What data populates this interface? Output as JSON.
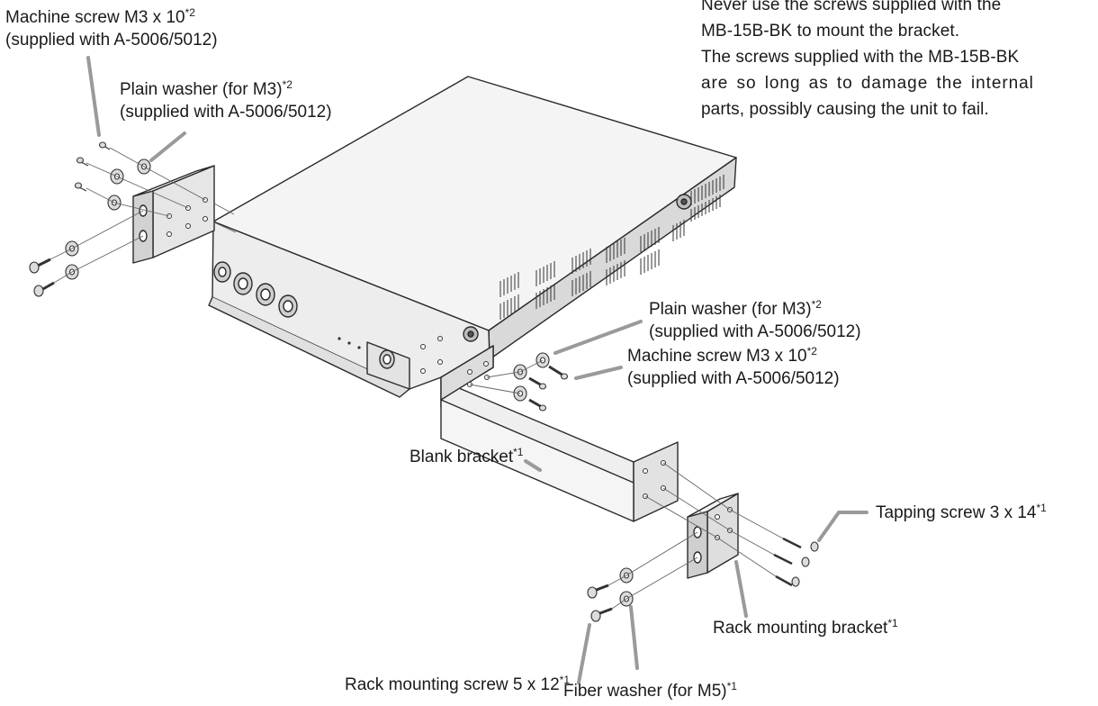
{
  "note": {
    "lines": [
      "Never use the screws supplied with the",
      "MB-15B-BK to mount the bracket.",
      "The screws supplied with the MB-15B-BK",
      "are so long as to damage the internal",
      "parts, possibly causing the unit to fail."
    ]
  },
  "labels": {
    "machine_screw_top": {
      "name": "Machine screw M3 x 10",
      "mark": "*2",
      "sub": "(supplied with A-5006/5012)"
    },
    "plain_washer_top": {
      "name": "Plain washer (for M3)",
      "mark": "*2",
      "sub": "(supplied with A-5006/5012)"
    },
    "plain_washer_right": {
      "name": "Plain washer (for M3)",
      "mark": "*2",
      "sub": "(supplied with A-5006/5012)"
    },
    "machine_screw_right": {
      "name": "Machine screw M3 x 10",
      "mark": "*2",
      "sub": "(supplied with A-5006/5012)"
    },
    "blank_bracket": {
      "name": "Blank bracket",
      "mark": "*1"
    },
    "tapping_screw": {
      "name": "Tapping screw 3 x 14",
      "mark": "*1"
    },
    "rack_mounting_bracket": {
      "name": "Rack mounting bracket",
      "mark": "*1"
    },
    "rack_mounting_screw": {
      "name": "Rack mounting screw 5 x 12",
      "mark": "*1"
    },
    "fiber_washer": {
      "name": "Fiber washer (for M5)",
      "mark": "*1"
    }
  }
}
